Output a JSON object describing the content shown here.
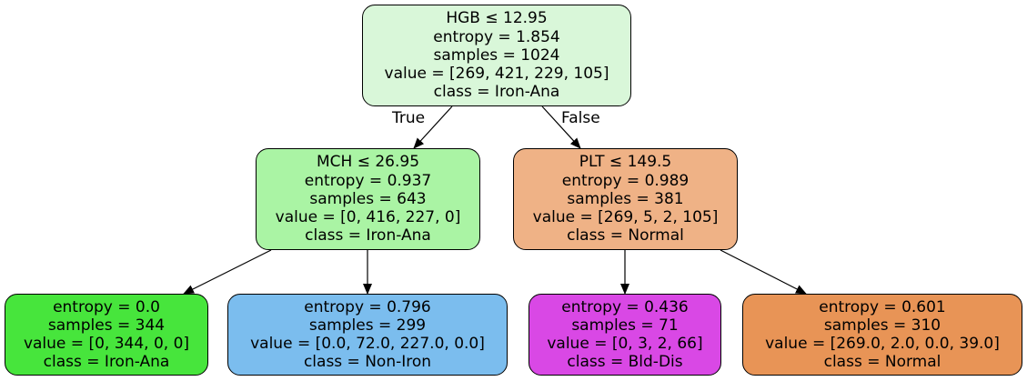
{
  "colors": {
    "root": "#d9f7d9",
    "mch": "#aaf4a4",
    "plt": "#efb286",
    "leaf_iron_ana": "#47e53c",
    "leaf_non_iron": "#7bbdee",
    "leaf_bld_dis": "#d948e5",
    "leaf_normal": "#e89456"
  },
  "tree": {
    "root": {
      "split": "HGB ≤ 12.95",
      "entropy": "entropy = 1.854",
      "samples": "samples = 1024",
      "value": "value = [269, 421, 229, 105]",
      "class": "class = Iron-Ana"
    },
    "left": {
      "split": "MCH ≤ 26.95",
      "entropy": "entropy = 0.937",
      "samples": "samples = 643",
      "value": "value = [0, 416, 227, 0]",
      "class": "class = Iron-Ana"
    },
    "right": {
      "split": "PLT ≤ 149.5",
      "entropy": "entropy = 0.989",
      "samples": "samples = 381",
      "value": "value = [269, 5, 2, 105]",
      "class": "class = Normal"
    },
    "leaf1": {
      "entropy": "entropy = 0.0",
      "samples": "samples = 344",
      "value": "value = [0, 344, 0, 0]",
      "class": "class = Iron-Ana"
    },
    "leaf2": {
      "entropy": "entropy = 0.796",
      "samples": "samples = 299",
      "value": "value = [0.0, 72.0, 227.0, 0.0]",
      "class": "class = Non-Iron"
    },
    "leaf3": {
      "entropy": "entropy = 0.436",
      "samples": "samples = 71",
      "value": "value = [0, 3, 2, 66]",
      "class": "class = Bld-Dis"
    },
    "leaf4": {
      "entropy": "entropy = 0.601",
      "samples": "samples = 310",
      "value": "value = [269.0, 2.0, 0.0, 39.0]",
      "class": "class = Normal"
    }
  },
  "edge_labels": {
    "true_label": "True",
    "false_label": "False"
  }
}
